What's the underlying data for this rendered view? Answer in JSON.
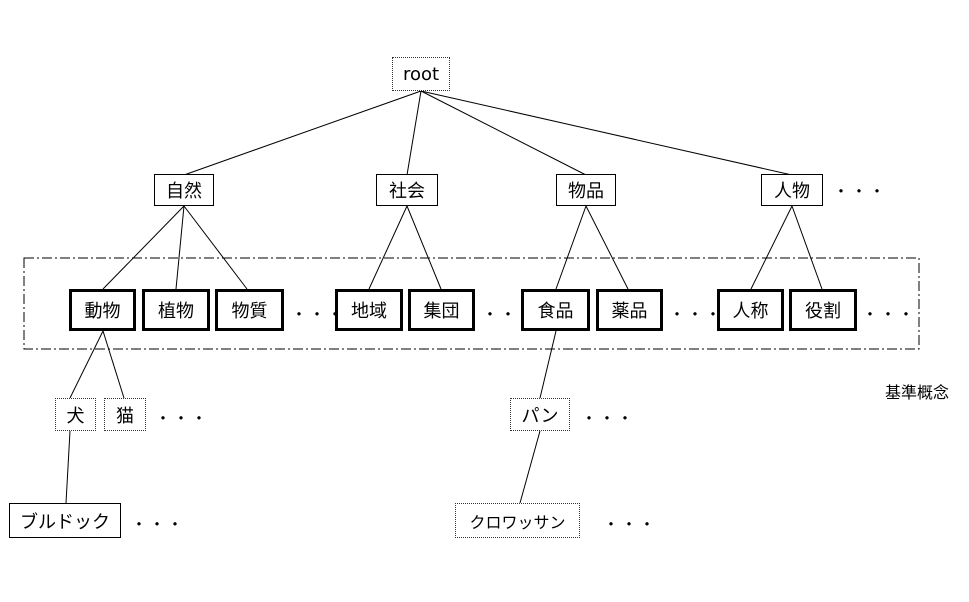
{
  "diagram": {
    "root": "root",
    "level1": {
      "nature": "自然",
      "society": "社会",
      "goods": "物品",
      "person": "人物"
    },
    "level2": {
      "animal": "動物",
      "plant": "植物",
      "substance": "物質",
      "region": "地域",
      "group": "集団",
      "food": "食品",
      "medicine": "薬品",
      "personal": "人称",
      "role": "役割"
    },
    "level3": {
      "dog": "犬",
      "cat": "猫",
      "bread": "パン"
    },
    "level4": {
      "bulldog": "ブルドック",
      "croissant": "クロワッサン"
    },
    "ellipsis": "・・・",
    "base_concept_label": "基準概念"
  }
}
